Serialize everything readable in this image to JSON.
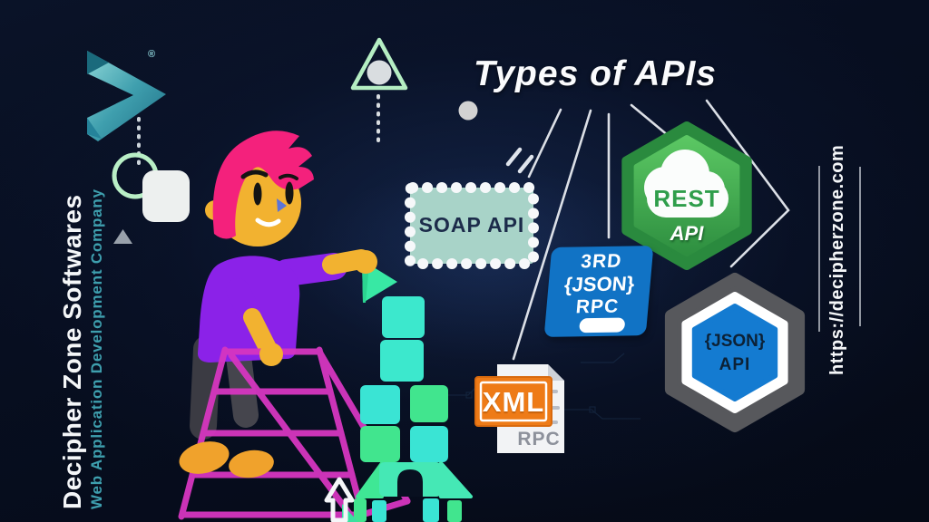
{
  "title": "Types of APIs",
  "branding": {
    "company": "Decipher Zone Softwares",
    "tagline": "Web Application Development Company",
    "registered_mark": "®",
    "website": "https://decipherzone.com"
  },
  "api_types": {
    "soap": {
      "label": "SOAP API"
    },
    "rest": {
      "name": "REST",
      "suffix": "API"
    },
    "third_json_rpc": {
      "line1": "3RD",
      "line2": "{JSON}",
      "line3": "RPC"
    },
    "xml_rpc": {
      "badge": "XML",
      "label": "RPC"
    },
    "json_api": {
      "line1": "{JSON}",
      "line2": "API"
    }
  },
  "icons": {
    "logo": "decipher-zone-play-ribbon",
    "beacon": "triangle-with-circle",
    "stamp": "perforated-postage-stamp",
    "rest_badge": "green-hexagon-cloud",
    "json_api_badge": "nested-hexagons",
    "xml_file": "document-with-folded-corner",
    "character": "builder-on-ladder",
    "blocks": "stacked-building-blocks",
    "arrow": "up-arrow"
  },
  "colors": {
    "background": "#070e20",
    "logo_teal": "#2e8fa0",
    "tagline_teal": "#3e9fae",
    "stamp_fill": "#a8d3c8",
    "stamp_text": "#1c2b4a",
    "rest_green": "#2f9e4b",
    "rpc_blue": "#1173c5",
    "xml_orange": "#ee7b17",
    "json_blue": "#147bd1",
    "hex_gray": "#57585c",
    "ladder_pink": "#d636c0",
    "block_mint": "#3ce8cd",
    "block_green": "#41e58e",
    "hair_pink": "#f4217c",
    "skin": "#f2b230",
    "shirt_purple": "#8b22e8",
    "line_white": "#eef1f6"
  }
}
